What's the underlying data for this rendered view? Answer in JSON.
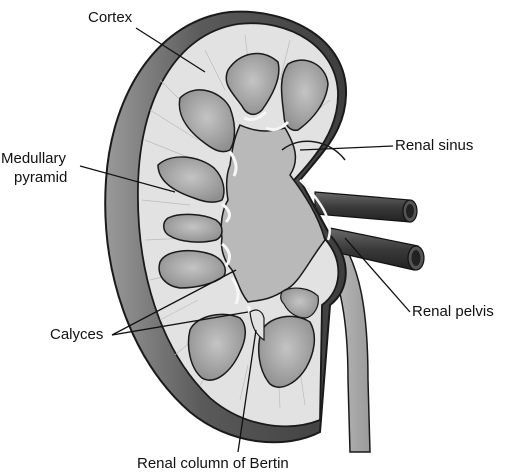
{
  "diagram": {
    "labels": {
      "cortex": "Cortex",
      "medullary_line1": "Medullary",
      "medullary_line2": "pyramid",
      "renal_sinus": "Renal sinus",
      "renal_pelvis": "Renal pelvis",
      "calyces": "Calyces",
      "renal_column": "Renal column of Bertin"
    },
    "colors": {
      "capsule": "#4a4a4a",
      "cortex": "#e2e2e2",
      "pyramid": "#a9a9a9",
      "sinus": "#b9b9b9",
      "vessel": "#4c4c4c",
      "outline": "#1a1a1a"
    }
  }
}
